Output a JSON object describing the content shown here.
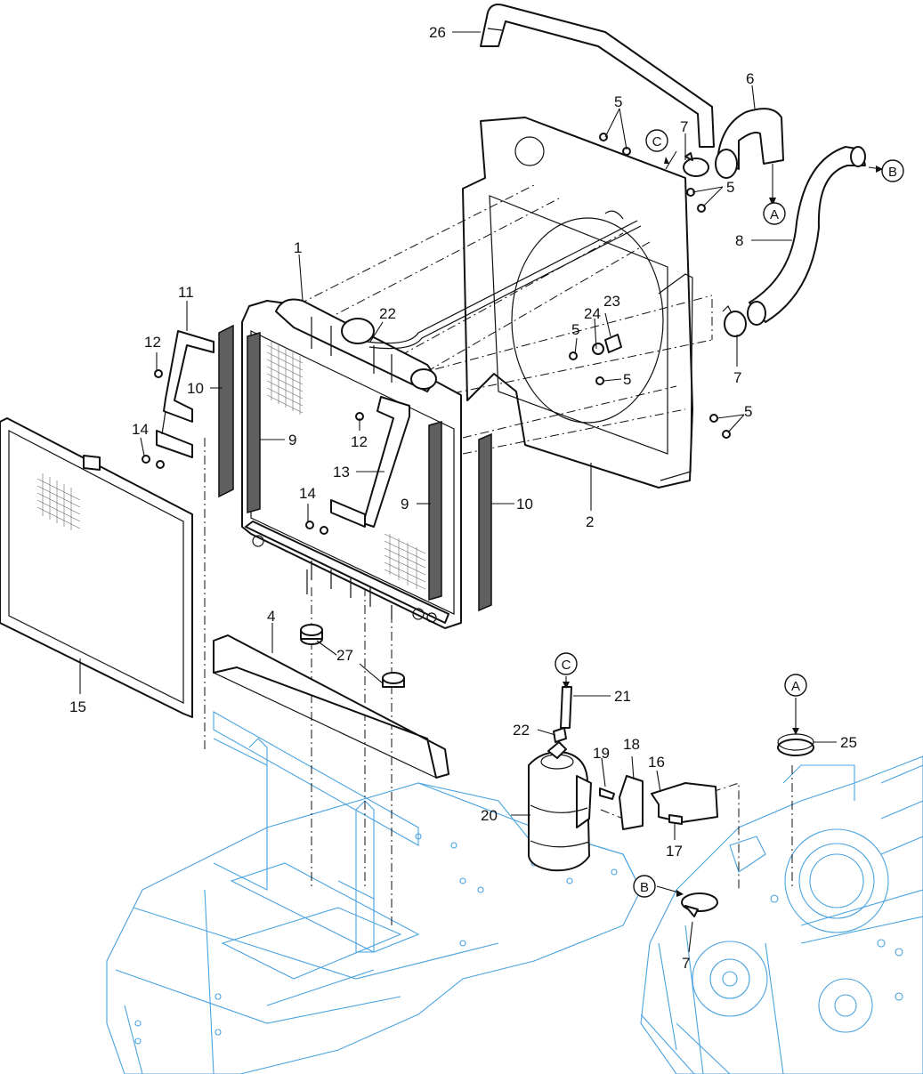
{
  "diagram": {
    "callouts": {
      "p1": "1",
      "p2": "2",
      "p4": "4",
      "p5a": "5",
      "p5b": "5",
      "p5c": "5",
      "p5d": "5",
      "p5e": "5",
      "p6": "6",
      "p7a": "7",
      "p7b": "7",
      "p7c": "7",
      "p8": "8",
      "p9a": "9",
      "p9b": "9",
      "p10a": "10",
      "p10b": "10",
      "p11": "11",
      "p12a": "12",
      "p12b": "12",
      "p13": "13",
      "p14a": "14",
      "p14b": "14",
      "p15": "15",
      "p16": "16",
      "p17": "17",
      "p18": "18",
      "p19": "19",
      "p20": "20",
      "p21": "21",
      "p22a": "22",
      "p22b": "22",
      "p23": "23",
      "p24": "24",
      "p25": "25",
      "p26": "26",
      "p27": "27"
    },
    "refs": {
      "a_top": "A",
      "a_bottom": "A",
      "b_top": "B",
      "b_bottom": "B",
      "c_top": "C",
      "c_bottom": "C"
    },
    "colors": {
      "line": "#111111",
      "frame": "#4aa3e0",
      "seal": "#5f5f5f"
    }
  }
}
